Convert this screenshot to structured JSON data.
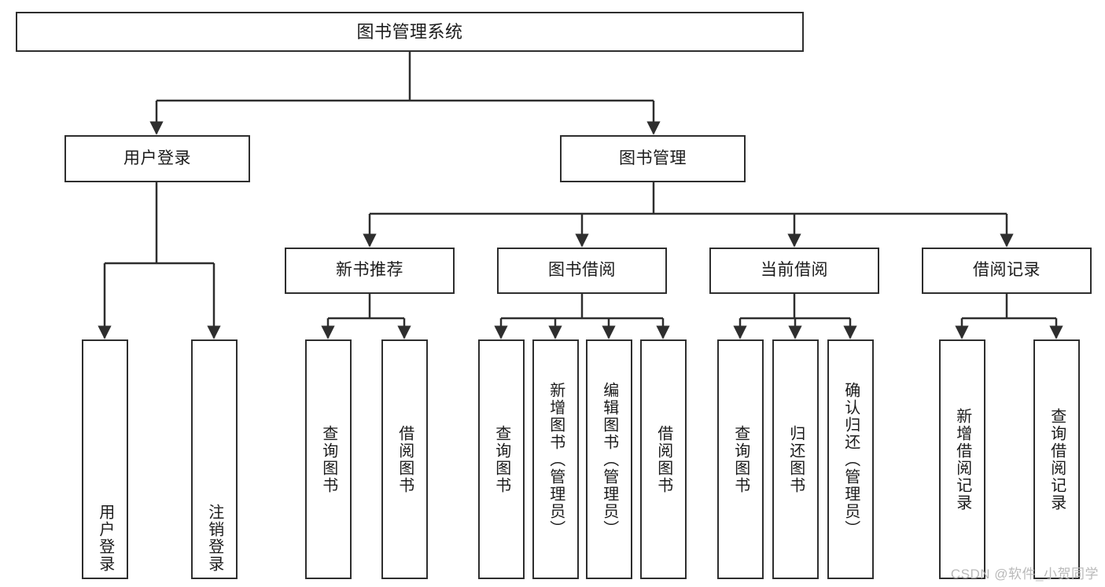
{
  "diagram": {
    "type": "tree",
    "title": "图书管理系统",
    "colors": {
      "background": "#ffffff",
      "node_border": "#2e2e2e",
      "node_fill": "#ffffff",
      "edge": "#2e2e2e",
      "text": "#1b1b1b",
      "watermark": "#b9b9b9"
    },
    "levels": {
      "root": "图书管理系统",
      "level2": [
        "用户登录",
        "图书管理"
      ],
      "level3": [
        "新书推荐",
        "图书借阅",
        "当前借阅",
        "借阅记录"
      ]
    }
  },
  "root": {
    "label": "图书管理系统"
  },
  "branches": [
    {
      "label": "用户登录",
      "leaves": [
        {
          "label": "用户登录"
        },
        {
          "label": "注销登录"
        }
      ]
    },
    {
      "label": "图书管理",
      "children": [
        {
          "label": "新书推荐",
          "leaves": [
            {
              "label": "查询图书"
            },
            {
              "label": "借阅图书"
            }
          ]
        },
        {
          "label": "图书借阅",
          "leaves": [
            {
              "label": "查询图书"
            },
            {
              "label": "新增图书（管理员）"
            },
            {
              "label": "编辑图书（管理员）"
            },
            {
              "label": "借阅图书"
            }
          ]
        },
        {
          "label": "当前借阅",
          "leaves": [
            {
              "label": "查询图书"
            },
            {
              "label": "归还图书"
            },
            {
              "label": "确认归还（管理员）"
            }
          ]
        },
        {
          "label": "借阅记录",
          "leaves": [
            {
              "label": "新增借阅记录"
            },
            {
              "label": "查询借阅记录"
            }
          ]
        }
      ]
    }
  ],
  "watermark": {
    "text": "CSDN @软件_小贺同学"
  }
}
